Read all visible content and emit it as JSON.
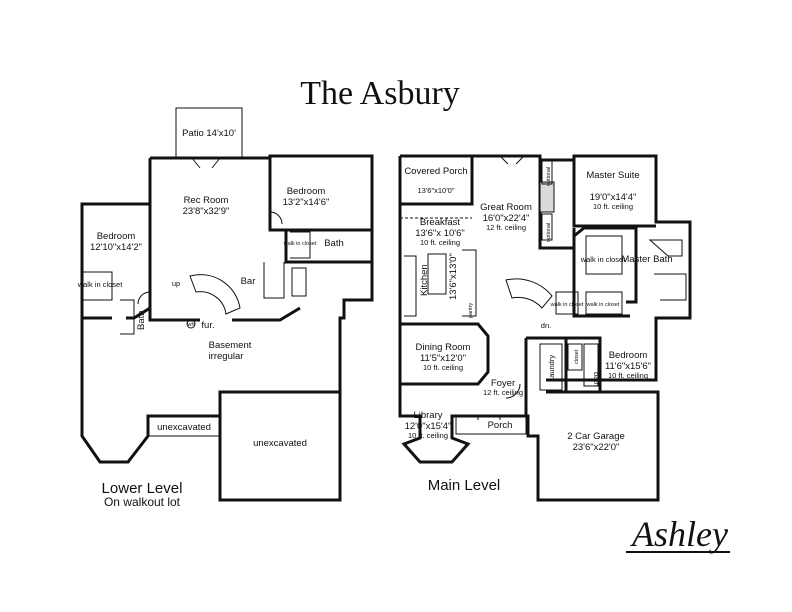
{
  "title": "The Asbury",
  "lower_level": {
    "caption": "Lower Level",
    "subcaption": "On walkout lot",
    "patio": "Patio 14'x10'",
    "rec_room": {
      "name": "Rec Room",
      "size": "23'8\"x32'9\""
    },
    "bedroom_right": {
      "name": "Bedroom",
      "size": "13'2\"x14'6\""
    },
    "bedroom_left": {
      "name": "Bedroom",
      "size": "12'10\"x14'2\""
    },
    "bath_right": "Bath",
    "bath_left": "Bath",
    "walk_in_closet_right": "walk in closet",
    "walk_in_closet_left": "walk in closet",
    "up": "up",
    "bar": "Bar",
    "wh": "wh",
    "fur": "fur.",
    "basement": {
      "name": "Basement",
      "note": "irregular"
    },
    "unexcavated_small": "unexcavated",
    "unexcavated_large": "unexcavated"
  },
  "main_level": {
    "caption": "Main Level",
    "covered_porch": {
      "name": "Covered Porch",
      "size": "13'6\"x10'0\""
    },
    "great_room": {
      "name": "Great Room",
      "size": "16'0\"x22'4\"",
      "note": "12 ft. ceiling"
    },
    "master_suite": {
      "name": "Master Suite",
      "size": "19'0\"x14'4\"",
      "note": "10 ft. ceiling"
    },
    "breakfast": {
      "name": "Breakfast",
      "size": "13'6\"x 10'6\"",
      "note": "10 ft. ceiling"
    },
    "kitchen": "Kitchen",
    "kitchen_size": "13'6\"x13'0\"",
    "pantry": "pantry",
    "optional_1": "optional",
    "optional_2": "optional",
    "walk_in_closet_master": "walk in closet",
    "master_bath": "Master Bath",
    "walk_in_closet_a": "walk in closet",
    "walk_in_closet_b": "walk in closet",
    "dn": "dn.",
    "dining_room": {
      "name": "Dining Room",
      "size": "11'5\"x12'0\"",
      "note": "10 ft. ceiling"
    },
    "laundry": "Laundry",
    "closet": "closet",
    "bath": "bath",
    "bedroom": {
      "name": "Bedroom",
      "size": "11'6\"x15'6\"",
      "note": "10 ft. ceiling"
    },
    "foyer": {
      "name": "Foyer",
      "note": "12 ft. ceiling"
    },
    "library": {
      "name": "Library",
      "size": "12'0\"x15'4\"",
      "note": "10 ft. ceiling"
    },
    "porch": "Porch",
    "garage": {
      "name": "2 Car Garage",
      "size": "23'6\"x22'0\""
    }
  },
  "brand": "Ashley"
}
